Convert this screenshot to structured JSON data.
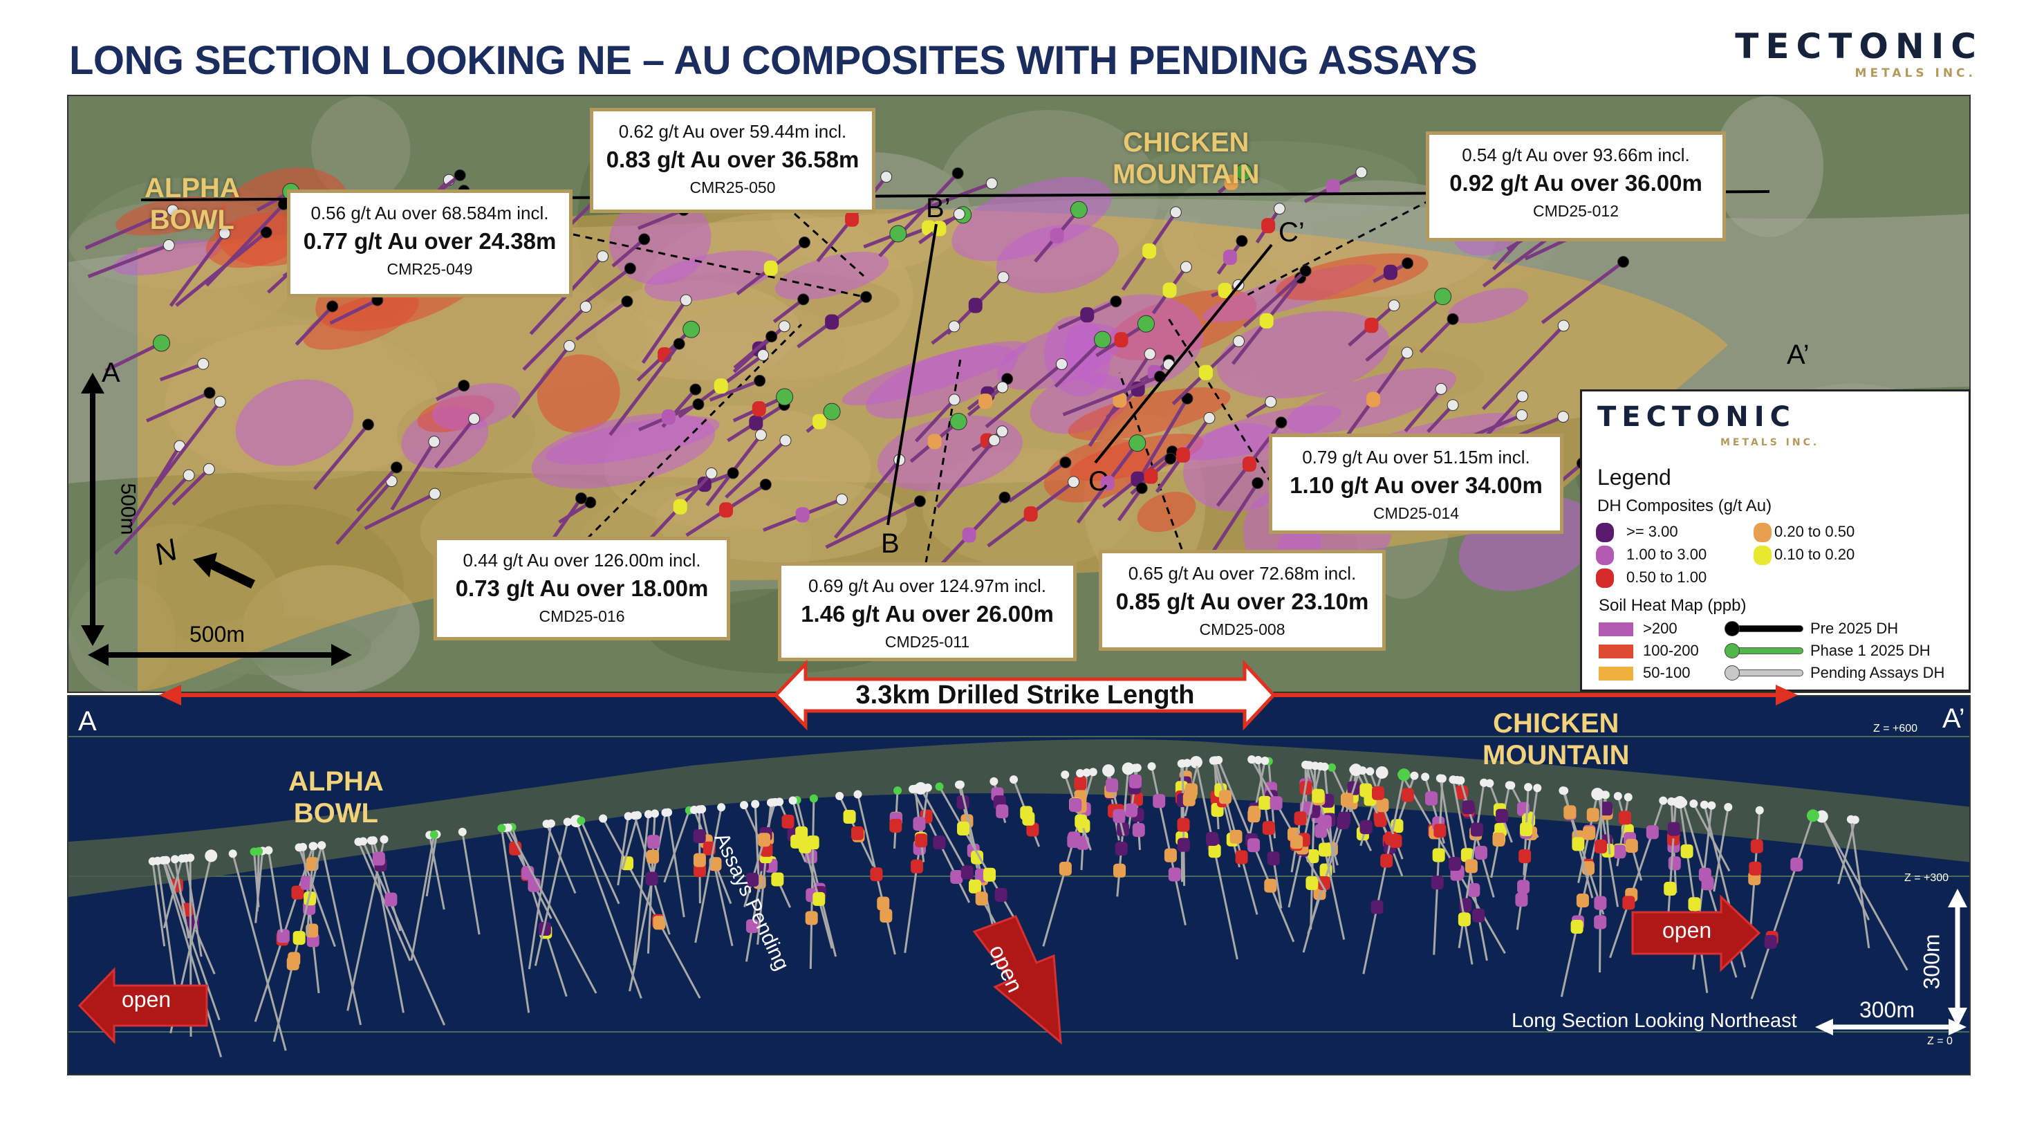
{
  "title": "LONG SECTION LOOKING NE – AU COMPOSITES WITH PENDING ASSAYS",
  "logo": {
    "name": "TECTONIC",
    "sub": "METALS INC."
  },
  "map": {
    "areas": {
      "alpha_bowl": [
        "ALPHA",
        "BOWL"
      ],
      "chicken_mountain": [
        "CHICKEN",
        "MOUNTAIN"
      ]
    },
    "section_lines": {
      "a": "A",
      "a_prime": "A’",
      "b": "B",
      "b_prime": "B’",
      "c": "C",
      "c_prime": "C’"
    },
    "scale_vertical": "500m",
    "scale_horizontal": "500m",
    "north": "N",
    "callouts": [
      {
        "hole": "CMR25-049",
        "line1": "0.56 g/t Au over 68.584m incl.",
        "line2": "0.77 g/t Au over 24.38m"
      },
      {
        "hole": "CMR25-050",
        "line1": "0.62 g/t Au over 59.44m incl.",
        "line2": "0.83 g/t Au over 36.58m"
      },
      {
        "hole": "CMD25-012",
        "line1": "0.54 g/t Au over 93.66m incl.",
        "line2": "0.92 g/t Au over 36.00m"
      },
      {
        "hole": "CMD25-014",
        "line1": "0.79 g/t Au over 51.15m incl.",
        "line2": "1.10 g/t Au over 34.00m"
      },
      {
        "hole": "CMD25-016",
        "line1": "0.44 g/t Au over 126.00m incl.",
        "line2": "0.73 g/t Au over 18.00m"
      },
      {
        "hole": "CMD25-011",
        "line1": "0.69 g/t Au over 124.97m incl.",
        "line2": "1.46 g/t Au over 26.00m"
      },
      {
        "hole": "CMD25-008",
        "line1": "0.65 g/t Au over 72.68m incl.",
        "line2": "0.85 g/t Au over 23.10m"
      }
    ],
    "strike_length": "3.3km Drilled Strike Length"
  },
  "legend": {
    "title": "Legend",
    "composites_title": "DH Composites (g/t Au)",
    "composites": [
      {
        "label": ">= 3.00",
        "color": "#5a1a6e"
      },
      {
        "label": "1.00 to 3.00",
        "color": "#b45ab4"
      },
      {
        "label": "0.50 to 1.00",
        "color": "#d42a2a"
      },
      {
        "label": "0.20 to 0.50",
        "color": "#e8a050"
      },
      {
        "label": "0.10 to 0.20",
        "color": "#e8e830"
      }
    ],
    "soil_title": "Soil Heat Map (ppb)",
    "soil": [
      {
        "label": ">200",
        "color": "#b45ab4"
      },
      {
        "label": "100-200",
        "color": "#e04a30"
      },
      {
        "label": "50-100",
        "color": "#f0b040"
      }
    ],
    "holes": [
      {
        "label": "Pre 2025 DH",
        "color": "#000000"
      },
      {
        "label": "Phase 1 2025 DH",
        "color": "#50b848"
      },
      {
        "label": "Pending Assays DH",
        "color": "#c8c8c8"
      }
    ]
  },
  "section": {
    "a": "A",
    "a_prime": "A’",
    "alpha_bowl": [
      "ALPHA",
      "BOWL"
    ],
    "chicken_mountain": [
      "CHICKEN",
      "MOUNTAIN"
    ],
    "assays_pending": "Assays Pending",
    "open_left": "open",
    "open_down": "open",
    "open_right": "open",
    "caption": "Long Section Looking Northeast",
    "scale_h": "300m",
    "scale_v": "300m",
    "z_labels": [
      "Z = +600",
      "Z = +300",
      "Z = 0"
    ]
  }
}
